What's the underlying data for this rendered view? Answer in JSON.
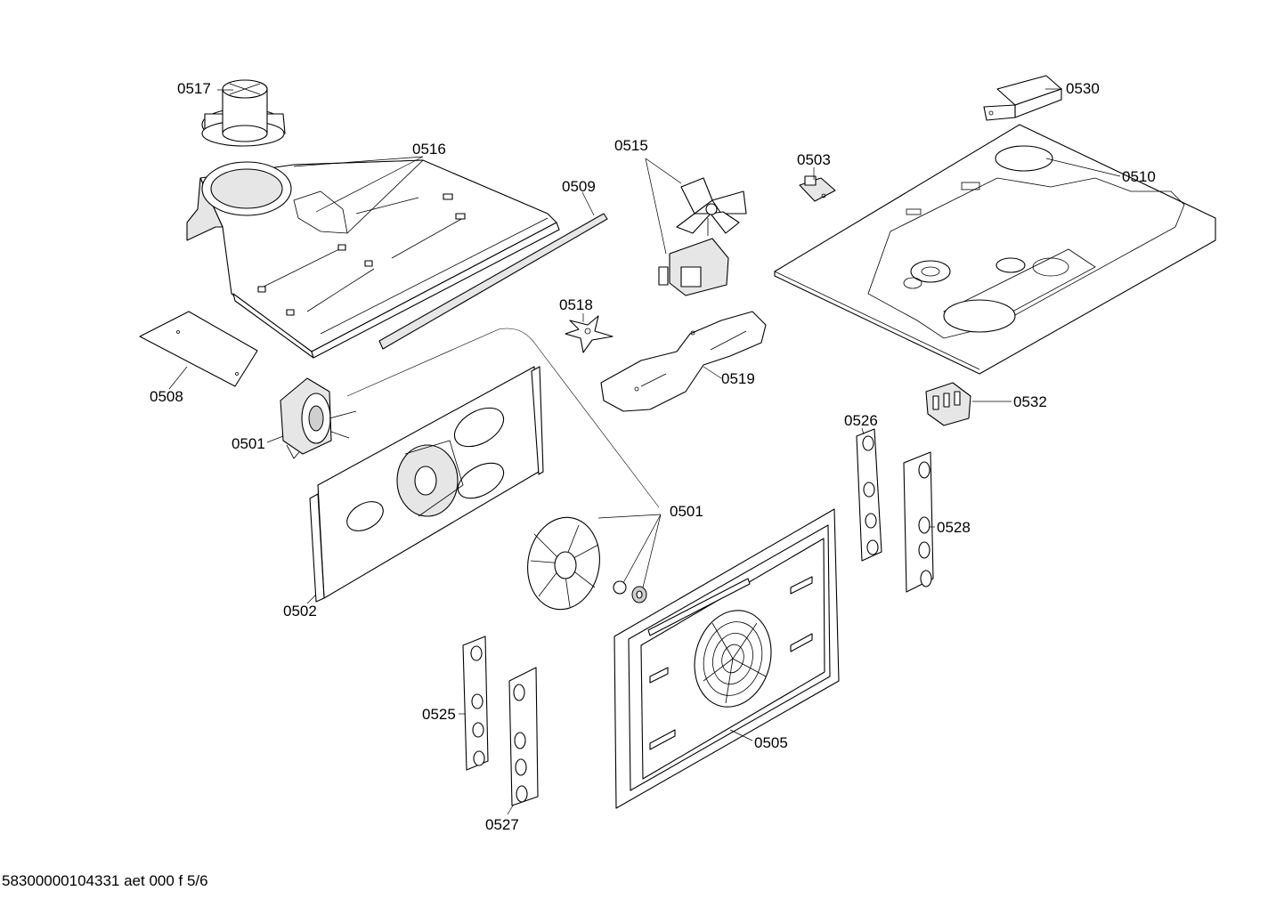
{
  "labels": {
    "p0517": "0517",
    "p0516": "0516",
    "p0509": "0509",
    "p0515": "0515",
    "p0503": "0503",
    "p0530": "0530",
    "p0510": "0510",
    "p0518": "0518",
    "p0519": "0519",
    "p0508": "0508",
    "p0501a": "0501",
    "p0501b": "0501",
    "p0532": "0532",
    "p0526": "0526",
    "p0528": "0528",
    "p0502": "0502",
    "p0525": "0525",
    "p0505": "0505",
    "p0527": "0527"
  },
  "footer": "58300000104331 aet 000 f 5/6"
}
